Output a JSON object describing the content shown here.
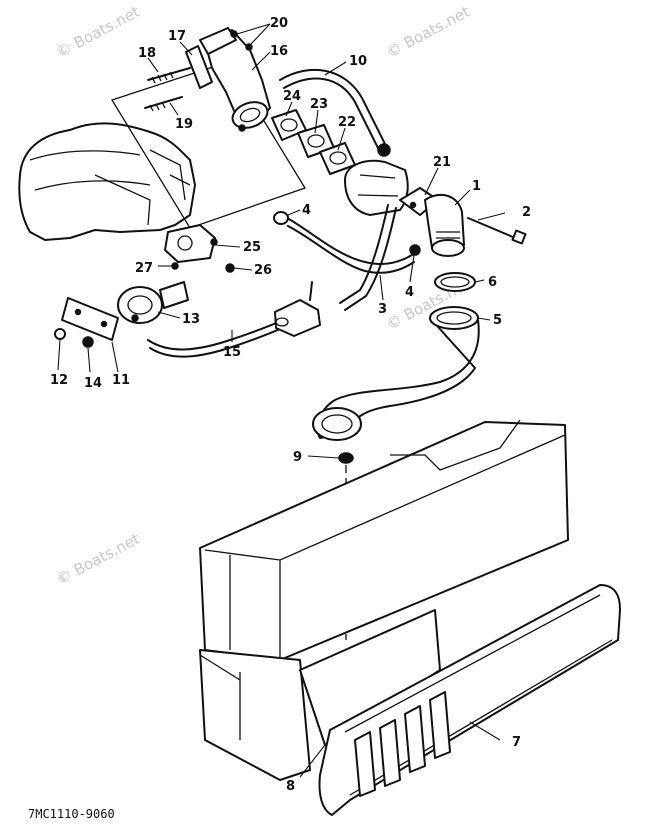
{
  "diagram": {
    "part_code": "7MC1110-9060",
    "watermark": "© Boats.net",
    "callouts": [
      "1",
      "2",
      "3",
      "4",
      "4",
      "5",
      "6",
      "7",
      "8",
      "9",
      "10",
      "11",
      "12",
      "13",
      "14",
      "15",
      "16",
      "17",
      "18",
      "19",
      "20",
      "21",
      "22",
      "23",
      "24",
      "25",
      "26",
      "27"
    ]
  }
}
